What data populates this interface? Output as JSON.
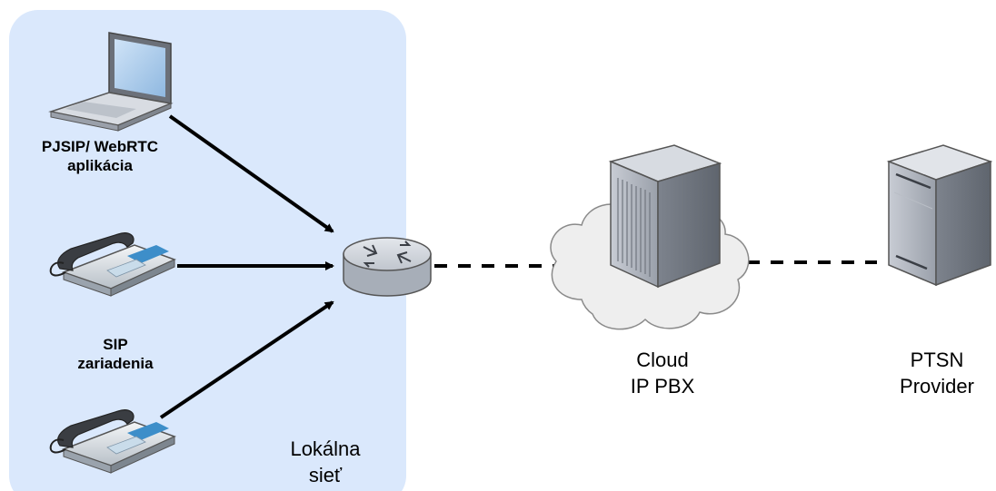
{
  "zone": {
    "label": "Lokálna\nsieť",
    "fill": "#dae8fc"
  },
  "nodes": {
    "laptop": {
      "label": "PJSIP/ WebRTC\naplikácia"
    },
    "sip_devices": {
      "label": "SIP\nzariadenia"
    },
    "cloud": {
      "label": "Cloud\nIP PBX"
    },
    "provider": {
      "label": "PTSN\nProvider"
    }
  },
  "colors": {
    "arrow": "#000000",
    "cloud_fill": "#eeeeee",
    "cloud_stroke": "#8a8a8a",
    "device_stroke": "#555555"
  },
  "icons": [
    "laptop-icon",
    "desk-phone-icon",
    "router-icon",
    "cloud-icon",
    "server-icon"
  ]
}
